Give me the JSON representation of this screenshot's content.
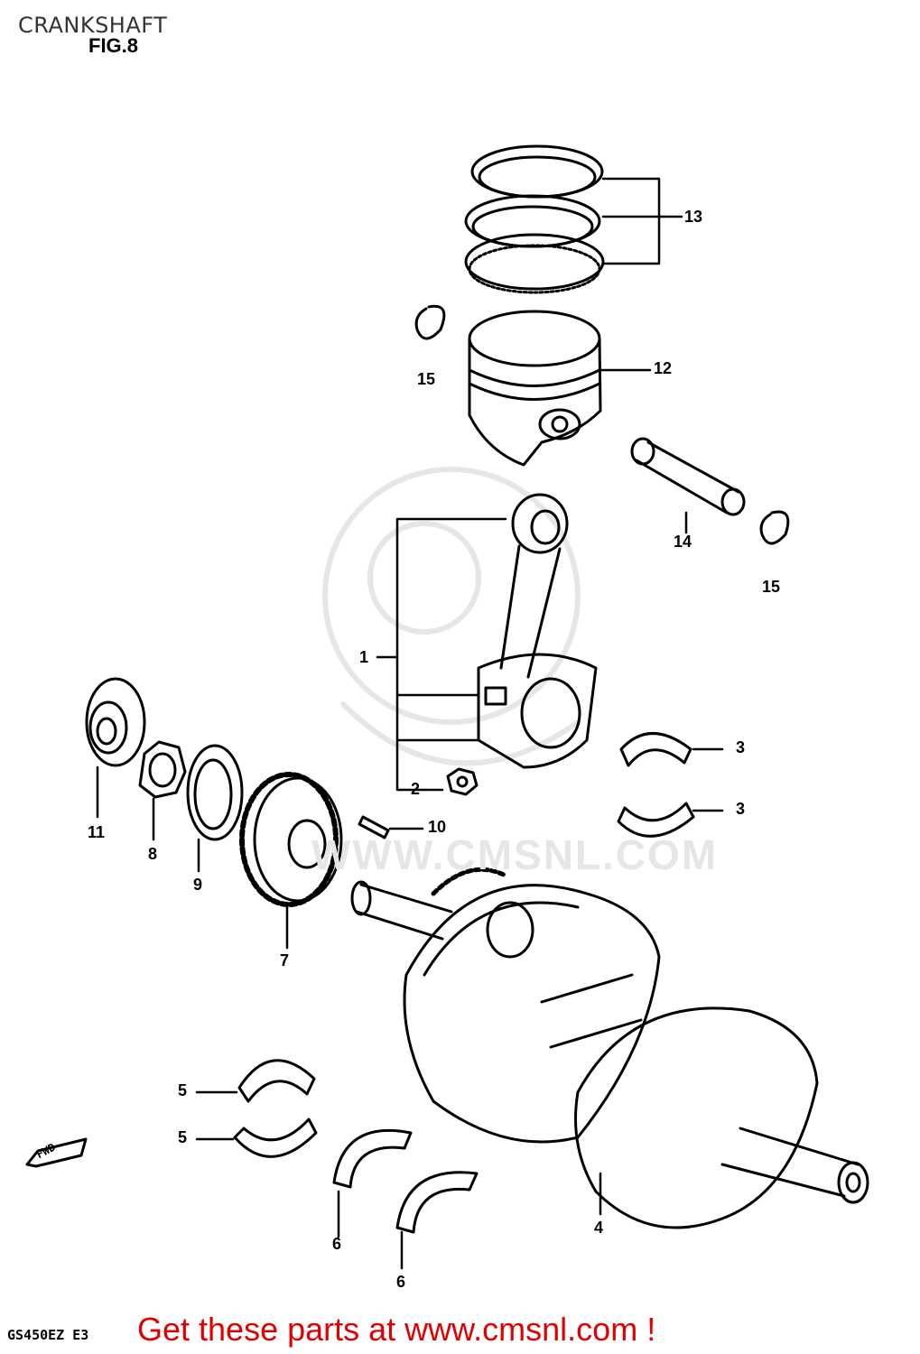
{
  "header": {
    "title": "CRANKSHAFT",
    "figure": "FIG.8"
  },
  "callouts": {
    "c1": "1",
    "c2": "2",
    "c3a": "3",
    "c3b": "3",
    "c4": "4",
    "c5a": "5",
    "c5b": "5",
    "c6a": "6",
    "c6b": "6",
    "c7": "7",
    "c8": "8",
    "c9": "9",
    "c10": "10",
    "c11": "11",
    "c12": "12",
    "c13": "13",
    "c14": "14",
    "c15a": "15",
    "c15b": "15"
  },
  "fwd_marker": "FWD",
  "watermark": "WWW.CMSNL.COM",
  "footer": {
    "model": "GS450EZ  E3",
    "cta": "Get these parts at www.cmsnl.com !",
    "cta_color": "#e00000"
  }
}
